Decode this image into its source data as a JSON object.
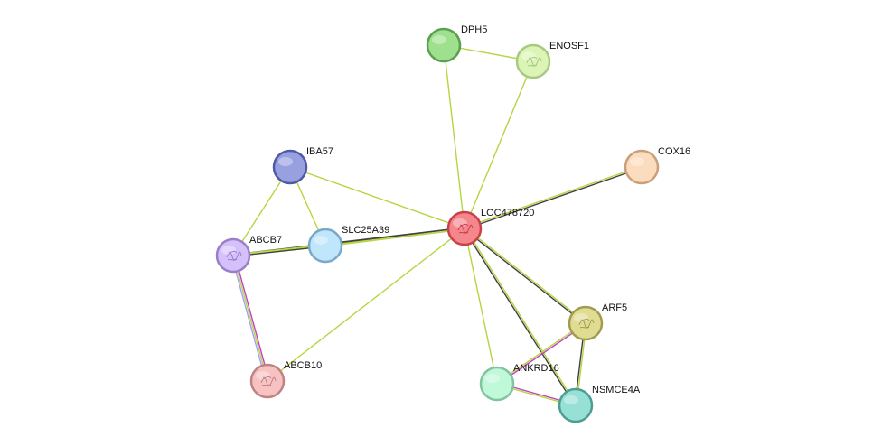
{
  "nodes": [
    {
      "id": "LOC478720",
      "label": "LOC478720",
      "fill": "#f4868c",
      "stroke": "#c8404b",
      "glyph": "protein-structure-icon"
    },
    {
      "id": "DPH5",
      "label": "DPH5",
      "fill": "#9ee08e",
      "stroke": "#5aa04e",
      "glyph": ""
    },
    {
      "id": "ENOSF1",
      "label": "ENOSF1",
      "fill": "#dcf5b6",
      "stroke": "#a7c982",
      "glyph": "protein-structure-icon"
    },
    {
      "id": "COX16",
      "label": "COX16",
      "fill": "#fcdcbe",
      "stroke": "#c9a07a",
      "glyph": ""
    },
    {
      "id": "IBA57",
      "label": "IBA57",
      "fill": "#98a0e0",
      "stroke": "#4f5aa6",
      "glyph": ""
    },
    {
      "id": "SLC25A39",
      "label": "SLC25A39",
      "fill": "#bfe6fb",
      "stroke": "#7aa9c8",
      "glyph": ""
    },
    {
      "id": "ABCB7",
      "label": "ABCB7",
      "fill": "#d6c0fb",
      "stroke": "#9a7ec8",
      "glyph": "protein-structure-icon"
    },
    {
      "id": "ABCB10",
      "label": "ABCB10",
      "fill": "#f6c2c2",
      "stroke": "#c08282",
      "glyph": "protein-structure-icon"
    },
    {
      "id": "ARF5",
      "label": "ARF5",
      "fill": "#e0dc92",
      "stroke": "#a09c52",
      "glyph": "protein-structure-icon"
    },
    {
      "id": "ANKRD16",
      "label": "ANKRD16",
      "fill": "#c0f8da",
      "stroke": "#82c49e",
      "glyph": ""
    },
    {
      "id": "NSMCE4A",
      "label": "NSMCE4A",
      "fill": "#96e0d6",
      "stroke": "#4e9c92",
      "glyph": ""
    }
  ],
  "edges": [
    {
      "source": "LOC478720",
      "target": "DPH5",
      "colors": [
        "#b4d640"
      ]
    },
    {
      "source": "LOC478720",
      "target": "ENOSF1",
      "colors": [
        "#b4d640"
      ]
    },
    {
      "source": "DPH5",
      "target": "ENOSF1",
      "colors": [
        "#b4d640"
      ]
    },
    {
      "source": "LOC478720",
      "target": "COX16",
      "colors": [
        "#b4d640",
        "#404040"
      ]
    },
    {
      "source": "LOC478720",
      "target": "IBA57",
      "colors": [
        "#b4d640"
      ]
    },
    {
      "source": "LOC478720",
      "target": "SLC25A39",
      "colors": [
        "#b4d640",
        "#404040"
      ]
    },
    {
      "source": "LOC478720",
      "target": "ABCB7",
      "colors": [
        "#b4d640",
        "#404040"
      ]
    },
    {
      "source": "LOC478720",
      "target": "ABCB10",
      "colors": [
        "#b4d640"
      ]
    },
    {
      "source": "LOC478720",
      "target": "ARF5",
      "colors": [
        "#b4d640",
        "#404040"
      ]
    },
    {
      "source": "LOC478720",
      "target": "ANKRD16",
      "colors": [
        "#b4d640"
      ]
    },
    {
      "source": "LOC478720",
      "target": "NSMCE4A",
      "colors": [
        "#b4d640",
        "#404040"
      ]
    },
    {
      "source": "IBA57",
      "target": "ABCB7",
      "colors": [
        "#b4d640"
      ]
    },
    {
      "source": "IBA57",
      "target": "SLC25A39",
      "colors": [
        "#b4d640"
      ]
    },
    {
      "source": "ABCB7",
      "target": "SLC25A39",
      "colors": [
        "#b4d640",
        "#404040"
      ]
    },
    {
      "source": "ABCB7",
      "target": "ABCB10",
      "colors": [
        "#c040c0",
        "#b4d640",
        "#a0a0ff"
      ]
    },
    {
      "source": "ARF5",
      "target": "ANKRD16",
      "colors": [
        "#c040c0",
        "#b4d640"
      ]
    },
    {
      "source": "ARF5",
      "target": "NSMCE4A",
      "colors": [
        "#b4d640",
        "#404040"
      ]
    },
    {
      "source": "ANKRD16",
      "target": "NSMCE4A",
      "colors": [
        "#c040c0",
        "#b4d640"
      ]
    }
  ]
}
